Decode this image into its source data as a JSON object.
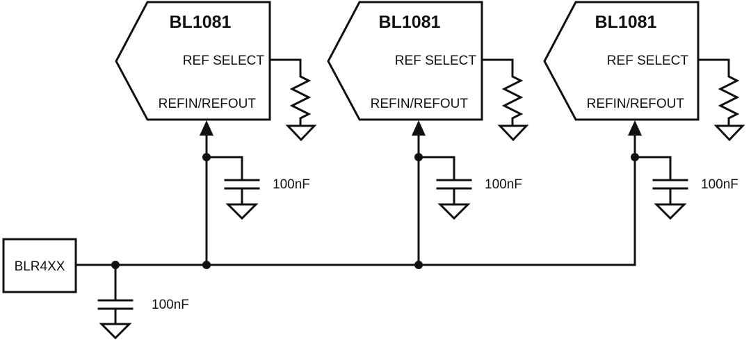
{
  "source": {
    "label": "BLR4XX"
  },
  "source_cap": {
    "value": "100nF"
  },
  "chips": [
    {
      "title": "BL1081",
      "pin_ref_select": "REF SELECT",
      "pin_refin_refout": "REFIN/REFOUT",
      "cap": "100nF"
    },
    {
      "title": "BL1081",
      "pin_ref_select": "REF SELECT",
      "pin_refin_refout": "REFIN/REFOUT",
      "cap": "100nF"
    },
    {
      "title": "BL1081",
      "pin_ref_select": "REF SELECT",
      "pin_refin_refout": "REFIN/REFOUT",
      "cap": "100nF"
    }
  ]
}
